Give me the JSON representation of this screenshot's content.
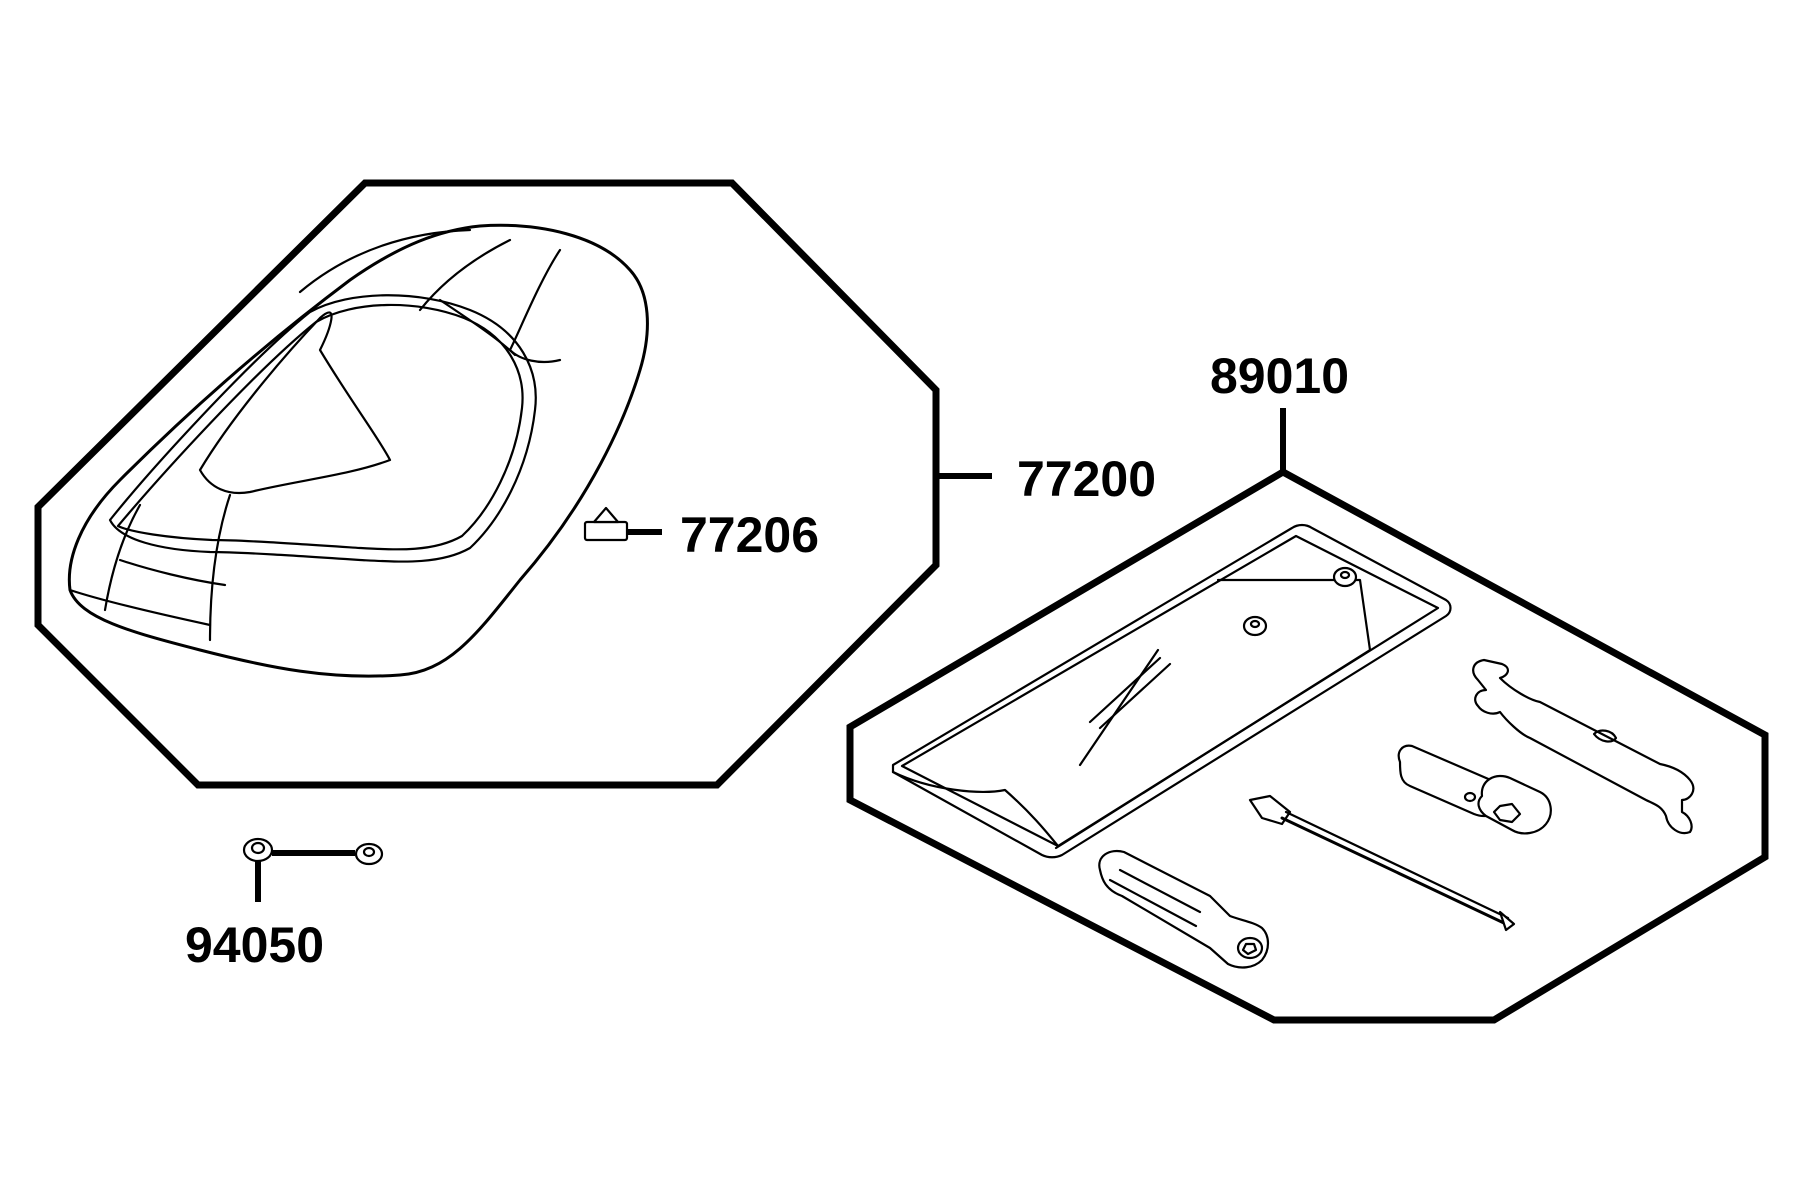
{
  "diagram": {
    "background": "#ffffff",
    "line_color": "#000000",
    "parts": [
      {
        "id": "seat",
        "part_number": "77200",
        "icon": "seat-icon"
      },
      {
        "id": "seat-lock-hook",
        "part_number": "77206",
        "icon": "hook-icon"
      },
      {
        "id": "bolts",
        "part_number": "94050",
        "icon": "bolt-icon"
      },
      {
        "id": "tool-kit",
        "part_number": "89010",
        "icon": "tool-kit-icon"
      }
    ]
  }
}
